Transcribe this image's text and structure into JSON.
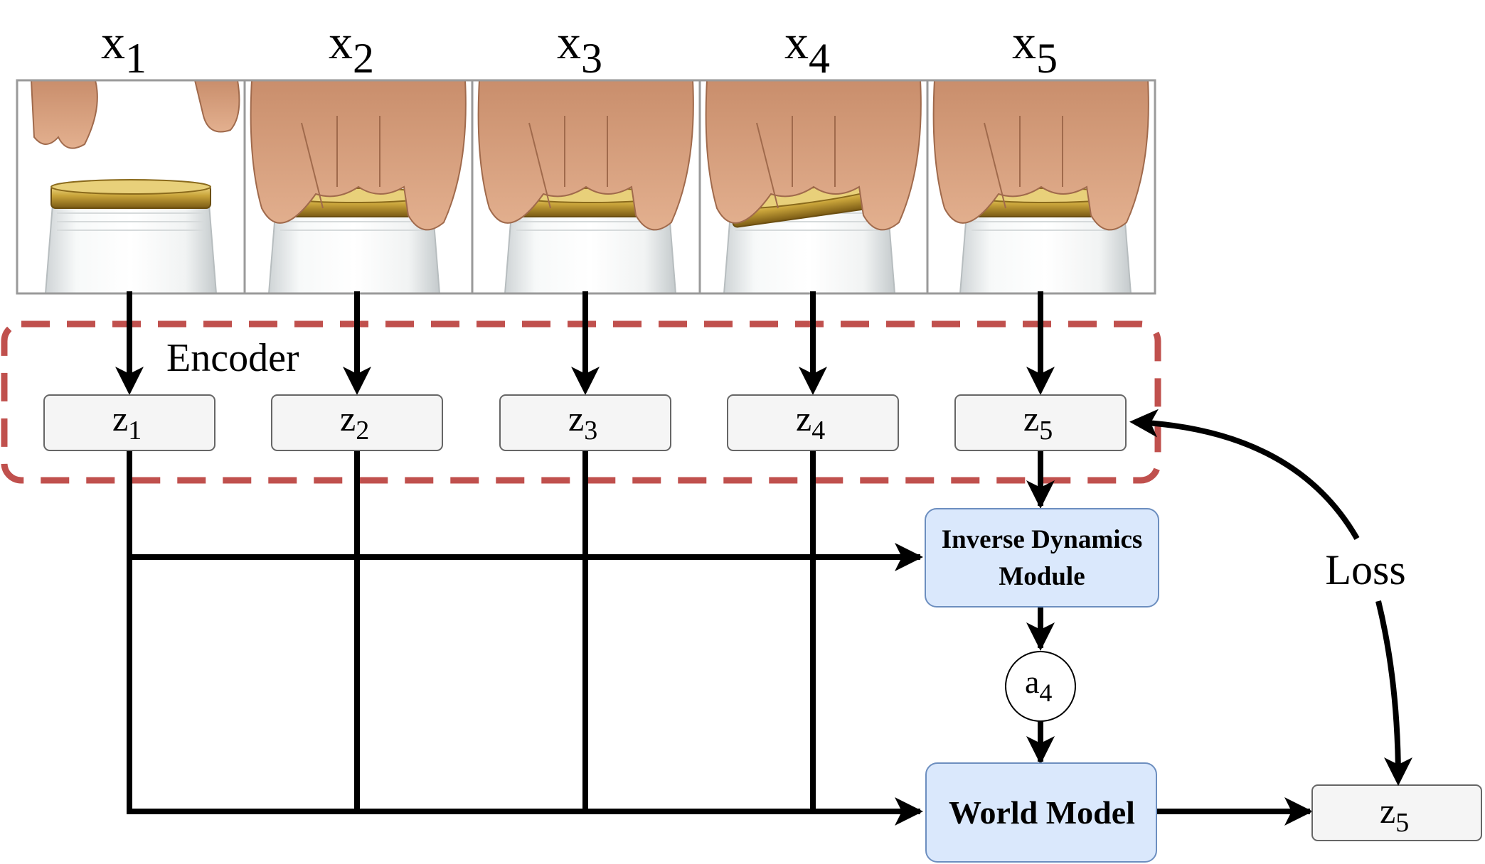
{
  "frames": [
    {
      "var": "x",
      "sub": "1"
    },
    {
      "var": "x",
      "sub": "2"
    },
    {
      "var": "x",
      "sub": "3"
    },
    {
      "var": "x",
      "sub": "4"
    },
    {
      "var": "x",
      "sub": "5"
    }
  ],
  "encoder": {
    "label": "Encoder",
    "outputs": [
      {
        "var": "z",
        "sub": "1"
      },
      {
        "var": "z",
        "sub": "2"
      },
      {
        "var": "z",
        "sub": "3"
      },
      {
        "var": "z",
        "sub": "4"
      },
      {
        "var": "z",
        "sub": "5"
      }
    ]
  },
  "inverse_dynamics": {
    "line1": "Inverse Dynamics",
    "line2": "Module"
  },
  "action": {
    "var": "a",
    "sub": "4"
  },
  "world_model": {
    "label": "World Model"
  },
  "prediction": {
    "var": "z",
    "sub": "5"
  },
  "loss": {
    "label": "Loss"
  },
  "colors": {
    "encoder_border": "#c0504d",
    "module_fill": "#dae8fc",
    "module_border": "#6c8ebf",
    "latent_fill": "#f5f5f5",
    "latent_border": "#666666",
    "skin": "#d9a17f",
    "lid": "#c9a43a"
  }
}
